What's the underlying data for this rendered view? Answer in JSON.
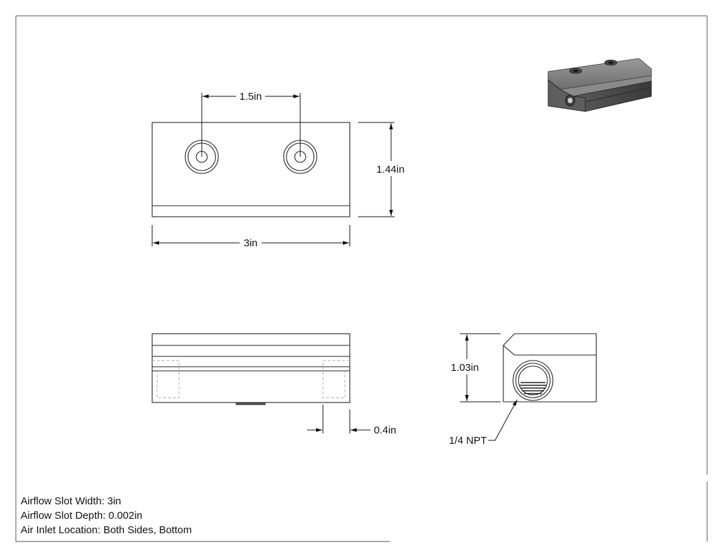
{
  "dimensions": {
    "hole_spacing": "1.5in",
    "height": "1.44in",
    "width": "3in",
    "side_height": "1.03in",
    "offset": "0.4in",
    "thread": "1/4 NPT"
  },
  "notes": [
    "Airflow Slot Width: 3in",
    "Airflow Slot Depth: 0.002in",
    "Air Inlet Location: Both Sides, Bottom"
  ]
}
